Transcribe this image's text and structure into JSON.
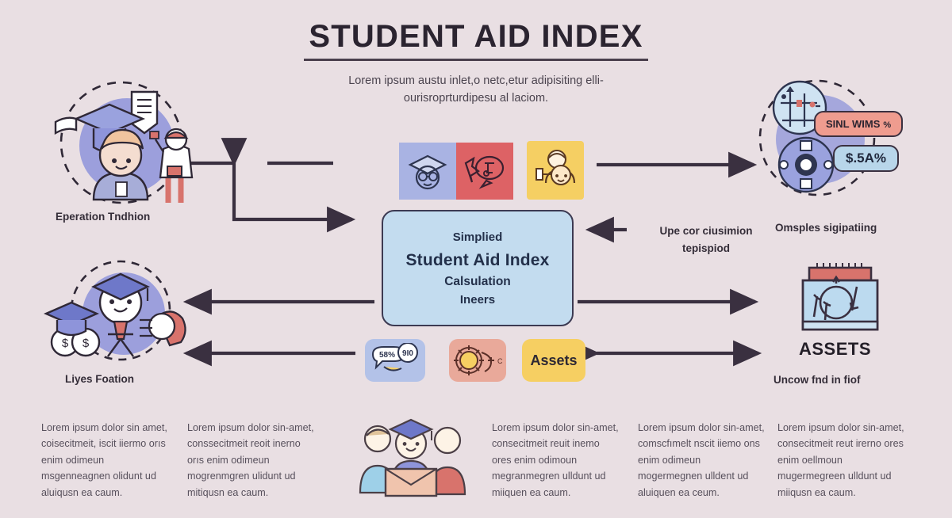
{
  "header": {
    "title": "STUDENT AID INDEX",
    "subtitle": "Lorem ipsum austu inlet,o netc,etur adipisiting elli-ourisroprturdipesu al laciom."
  },
  "center_box": {
    "line1": "Simplied",
    "line2": "Student Aid Index",
    "line3": "Calsulation",
    "line4": "Ineers"
  },
  "labels": {
    "top_left": "Eperation Tndhion",
    "bottom_left": "Liyes Foation",
    "top_right": "Omsples sigipatiing",
    "mid_right": "Upe cor ciusimion tepispiod",
    "bottom_right": "Uncow fnd in fiof",
    "assets_heading": "ASSETS"
  },
  "tiles": {
    "assets_label": "Assets",
    "stat_left": "58%",
    "stat_right": "9I0",
    "gear_mark": "C"
  },
  "badges": {
    "salmon": "SINL WIMS",
    "salmon_suffix": "%",
    "blue": "$.5A%"
  },
  "paragraphs": [
    "Lorem ipsum dolor sin amet, coisecitmeit, iscit iiermo orıs enim odimeun msgenneagnen olidunt ud aluiqusn ea caum.",
    "Lorem ipsum dolor sin-amet, conssecitmeit reoit inerno orıs enim odimeun mogrenmgren ulidunt ud mitiqusn ea caum.",
    "Lorem ipsum dolor sin-amet, consecitmeit reuit inemo ores enim odimoun megranmegren ulldunt ud miiquen ea caum.",
    "Lorem ipsum dolor sin-amet, comscfımelt nscit iiemo ons enim odimeun mogermegnen ulldent ud aluiquen ea ceum.",
    "Lorem ipsum dolor sin-amet, consecitmeit reut irerno ores enim oellmoun mugermegreen ulldunt ud miiqusn ea caum."
  ],
  "colors": {
    "background": "#e9dfe3",
    "center_fill": "#c3dcef",
    "stroke": "#3c3a52",
    "tile_blue": "#a9b3e3",
    "tile_red": "#dd6265",
    "tile_yellow": "#f5cf63",
    "tile_peach": "#e9a99a",
    "circle_purple": "#8e94da"
  },
  "icons": {
    "graduate": "graduation-cap-icon",
    "speech": "speech-bubble-icon",
    "people": "people-icon",
    "chart": "chart-icon",
    "compass": "compass-gear-icon",
    "bank": "bank-building-icon",
    "gear": "gear-icon",
    "money": "money-bag-icon",
    "envelope": "envelope-icon",
    "document": "document-icon"
  }
}
